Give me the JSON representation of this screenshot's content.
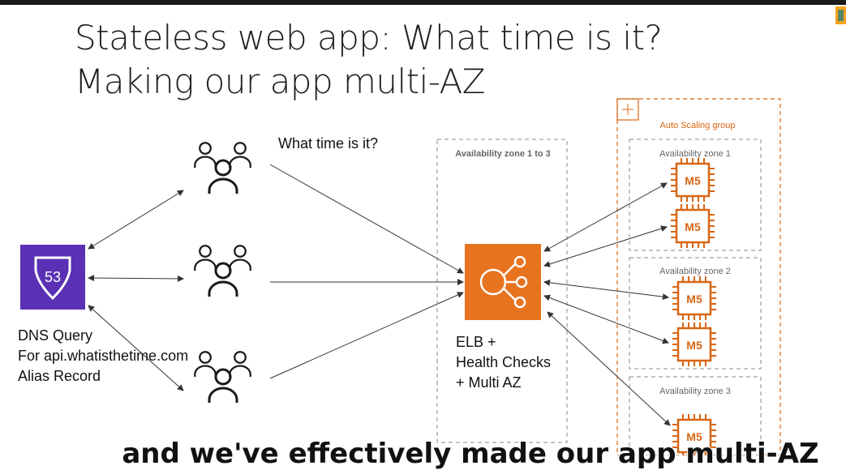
{
  "slide": {
    "title_line1": "Stateless web app: What time is it?",
    "title_line2": "Making our app multi-AZ"
  },
  "clients": {
    "question": "What time is it?"
  },
  "route53": {
    "badge": "53",
    "dns_line1": "DNS Query",
    "dns_line2": "For api.whatisthetime.com",
    "dns_line3": "Alias Record"
  },
  "elb": {
    "zone_label": "Availability zone 1 to 3",
    "line1": "ELB +",
    "line2": "Health Checks",
    "line3": "+ Multi AZ"
  },
  "asg": {
    "label": "Auto Scaling group",
    "zones": [
      {
        "label": "Availability zone 1"
      },
      {
        "label": "Availability zone 2"
      },
      {
        "label": "Availability zone 3"
      }
    ],
    "instance_label": "M5"
  },
  "subtitle": "and we've effectively made our app multi-AZ",
  "colors": {
    "route53": "#5a30b5",
    "elb": "#e8731f",
    "instance": "#d86613",
    "asg_border": "#d86613"
  }
}
